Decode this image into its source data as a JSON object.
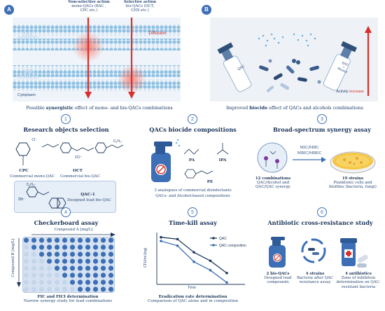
{
  "panel_a": {
    "badge": "A",
    "nonselective": {
      "line1": "Non-selective action",
      "line2": "mono-QACs (BAC ,",
      "line3": "CPC etc.)"
    },
    "selective": {
      "line1": "Selective action",
      "line2": "bis-QACs (OCT,",
      "line3": "CHX etc.)"
    },
    "outer_membrane": "Outer\nmembrane",
    "inner_membrane": "Inner\nmembrane",
    "diffusion": "Diffusion",
    "cytoplasm": "Cytoplasm",
    "caption_pre": "Possible ",
    "caption_bold": "synergistic",
    "caption_post": " effect of mono- and bis-QACs combinations"
  },
  "panel_b": {
    "badge": "B",
    "bottle_left": "QAC",
    "bottle_right_1": "QAC",
    "bottle_right_2": "+",
    "bottle_right_3": "Alcohol",
    "activity_pre": "Activity ",
    "activity_bold": "increase",
    "caption_pre": "Improved ",
    "caption_bold": "biocide",
    "caption_post": " effect of QACs and alcohols combinations"
  },
  "section1": {
    "badge": "1",
    "title": "Research objects selection",
    "cpc_label": "CPC",
    "cpc_desc": "Commercial mono-QAC",
    "oct_label": "OCT",
    "oct_desc": "Commercial bis-QAC",
    "qac1_label": "QAC-1",
    "qac1_desc": "Designed lead bis-QAC",
    "oct_counter": "2Cl⁻",
    "qac1_counter": "2Br⁻",
    "cpc_counter": "Cl⁻",
    "chain_oct": "C₈H₁₇",
    "chain_qac": "C₈H₁₇"
  },
  "section2": {
    "badge": "2",
    "title": "QACs biocide compositions",
    "pa": "PA",
    "ipa": "IPA",
    "pe": "PE",
    "cap1": "3 analogues of commercial disinfectants",
    "cap2": "QACs- and Alcohol-based compositions"
  },
  "section3": {
    "badge": "3",
    "title": "Broad-spectrum synergy assay",
    "mic": "MIC/MBC",
    "mbic": "MBIC/MBEC",
    "left_bold": "12 combinations",
    "left_1": "QAC/Alcohol and",
    "left_2": "QAC/QAC synergy",
    "right_bold": "19 strains",
    "right_1": "Planktonic cells  and",
    "right_2": "biofilms (bacteria, fungi)"
  },
  "section4": {
    "badge": "4",
    "title": "Checkerboard assay",
    "xaxis": "Compound A [mg/L]",
    "yaxis": "Compound B [mg/L]",
    "cap_bold": "FIC and FICI determination",
    "cap": "Narrow synergy study for lead combinations"
  },
  "section5": {
    "badge": "5",
    "title": "Time-kill assay",
    "ylabel": "CFU/ml (log)",
    "xlabel": "Time",
    "legend_1": "QAC",
    "legend_2": "QAC composition",
    "cap_bold": "Eradication rate determination",
    "cap": "Comparison of QAC alone and in composition"
  },
  "section6": {
    "badge": "6",
    "title": "Antibiotic cross-resistance study",
    "left_bold": "2 bis-QACs",
    "left_1": "Designed lead",
    "left_2": "compounds",
    "mid_bold": "4 strains",
    "mid_1": "Bacteria after QAC",
    "mid_2": "resistance assay",
    "right_bold": "4 antibiotics",
    "right_1": "Zone of inhibition",
    "right_2": "determination on QAC-",
    "right_3": "resistant bacteria"
  },
  "chart_data": {
    "type": "line",
    "xlabel": "Time",
    "ylabel": "CFU/ml (log)",
    "series": [
      {
        "name": "QAC",
        "x": [
          0,
          1,
          2,
          3,
          4
        ],
        "values": [
          5.0,
          4.8,
          3.4,
          2.5,
          1.2
        ]
      },
      {
        "name": "QAC composition",
        "x": [
          0,
          1,
          2,
          3,
          4
        ],
        "values": [
          4.6,
          4.1,
          2.4,
          1.5,
          0.2
        ]
      }
    ]
  },
  "colors": {
    "accent": "#3d6fb6",
    "membrane": "#b9d4ea",
    "arrow": "#d8302a",
    "panel_fill": "#e6eef8"
  }
}
